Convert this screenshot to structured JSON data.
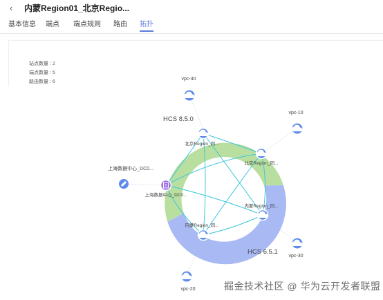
{
  "header": {
    "back_icon": "chevron-left-icon",
    "title": "内蒙Region01_北京Regio..."
  },
  "tabs": [
    {
      "label": "基本信息",
      "active": false
    },
    {
      "label": "端点",
      "active": false
    },
    {
      "label": "端点规则",
      "active": false
    },
    {
      "label": "路由",
      "active": false
    },
    {
      "label": "拓扑",
      "active": true
    }
  ],
  "stats": {
    "site_count": "站点数量 : 2",
    "endpoint_count": "端点数量 : 5",
    "route_count": "路由数量 : 6"
  },
  "topology": {
    "hcs_top_label": "HCS 8.5.0",
    "hcs_bottom_label": "HCS 6.5.1",
    "green_color": "#b9dfa0",
    "blue_color": "#a9b9f3",
    "link_color": "#3cc6dc",
    "nodes": [
      {
        "label": "北京Region_同..."
      },
      {
        "label": "北京Region_同..."
      },
      {
        "label": "上海数据中心_DC0..."
      },
      {
        "label": "内蒙Region_同..."
      },
      {
        "label": "内蒙Region_同..."
      }
    ],
    "external": [
      {
        "label": "vpc-40"
      },
      {
        "label": "vpc-10"
      },
      {
        "label": "上海数据中心_DC0..."
      },
      {
        "label": "vpc-30"
      },
      {
        "label": "vpc-20"
      }
    ]
  },
  "watermark": "掘金技术社区 @ 华为云开发者联盟"
}
